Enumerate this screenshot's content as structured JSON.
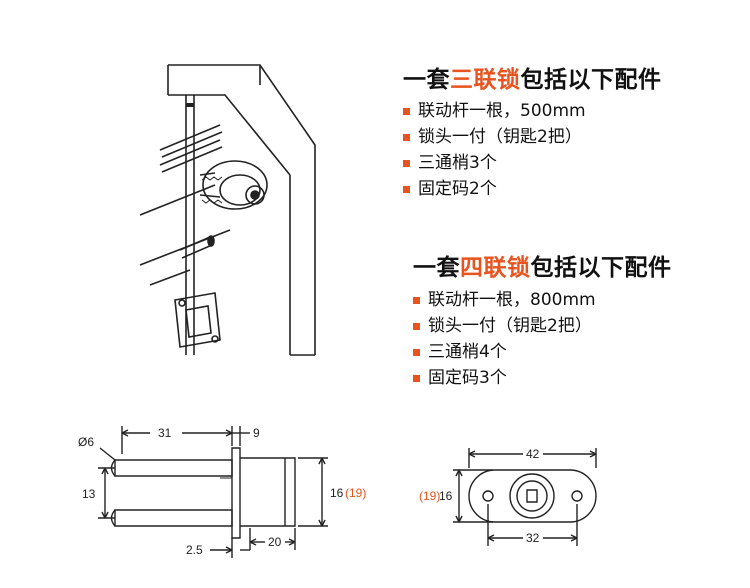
{
  "section1": {
    "prefix": "一套",
    "highlight": "三联锁",
    "suffix": "包括以下配件",
    "items": [
      "联动杆一根，500mm",
      "锁头一付（钥匙2把）",
      "三通梢3个",
      "固定码2个"
    ]
  },
  "section2": {
    "prefix": "一套",
    "highlight": "四联锁",
    "suffix": "包括以下配件",
    "items": [
      "联动杆一根，800mm",
      "锁头一付（钥匙2把）",
      "三通梢4个",
      "固定码3个"
    ]
  },
  "side_drawing": {
    "diameter": "Ø6",
    "d31": "31",
    "d9": "9",
    "d13": "13",
    "d16": "16",
    "d16_alt": "(19)",
    "d20": "20",
    "d2_5": "2.5"
  },
  "front_drawing": {
    "d42": "42",
    "d32": "32",
    "d16": "16",
    "d16_alt": "(19)"
  },
  "colors": {
    "accent": "#e8541f",
    "text": "#111111",
    "line": "#222222"
  }
}
